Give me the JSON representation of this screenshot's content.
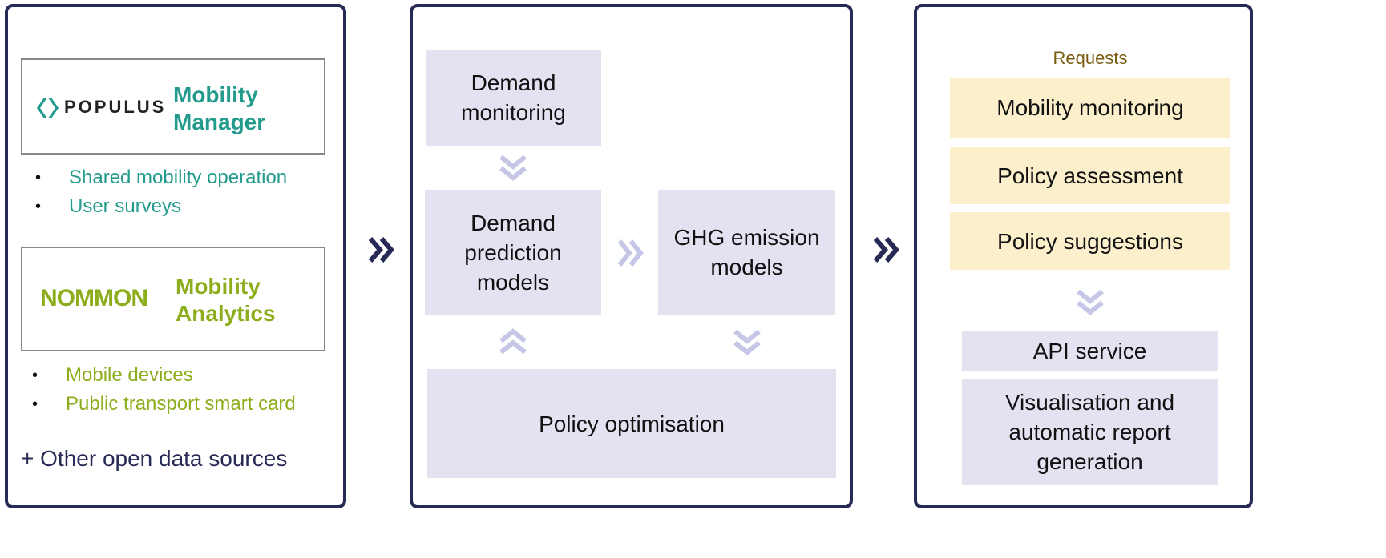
{
  "sources": {
    "populus": {
      "logo_text": "POPULUS",
      "product": "Mobility Manager",
      "product_line1": "Mobility",
      "product_line2": "Manager",
      "color": "#239b8c",
      "bullets": [
        "Shared mobility operation",
        "User surveys"
      ]
    },
    "nommon": {
      "logo_text": "NOMMON",
      "product_line1": "Mobility",
      "product_line2": "Analytics",
      "color": "#8dae1c",
      "bullets": [
        "Mobile devices",
        "Public transport smart card"
      ]
    },
    "other": "+ Other open data sources",
    "other_color": "#262a55"
  },
  "models": {
    "demand_monitoring": [
      "Demand",
      "monitoring"
    ],
    "demand_prediction": [
      "Demand",
      "prediction",
      "models"
    ],
    "ghg_emission": [
      "GHG emission",
      "models"
    ],
    "policy_optimisation": "Policy optimisation"
  },
  "outputs": {
    "requests_label": "Requests",
    "requests_color": "#7a5c10",
    "requests": [
      "Mobility monitoring",
      "Policy assessment",
      "Policy suggestions"
    ],
    "api_service": "API service",
    "visualisation": [
      "Visualisation and",
      "automatic report",
      "generation"
    ]
  },
  "colors": {
    "border": "#262a55",
    "box_lavender": "#e3e2f1",
    "box_tan": "#fcefcc",
    "arrow_light": "#c6c7e6",
    "arrow_dark": "#262a55"
  },
  "icons": [
    "populus-diamond-icon",
    "chevron-double-down-icon",
    "chevron-double-up-icon",
    "chevron-double-right-icon"
  ]
}
